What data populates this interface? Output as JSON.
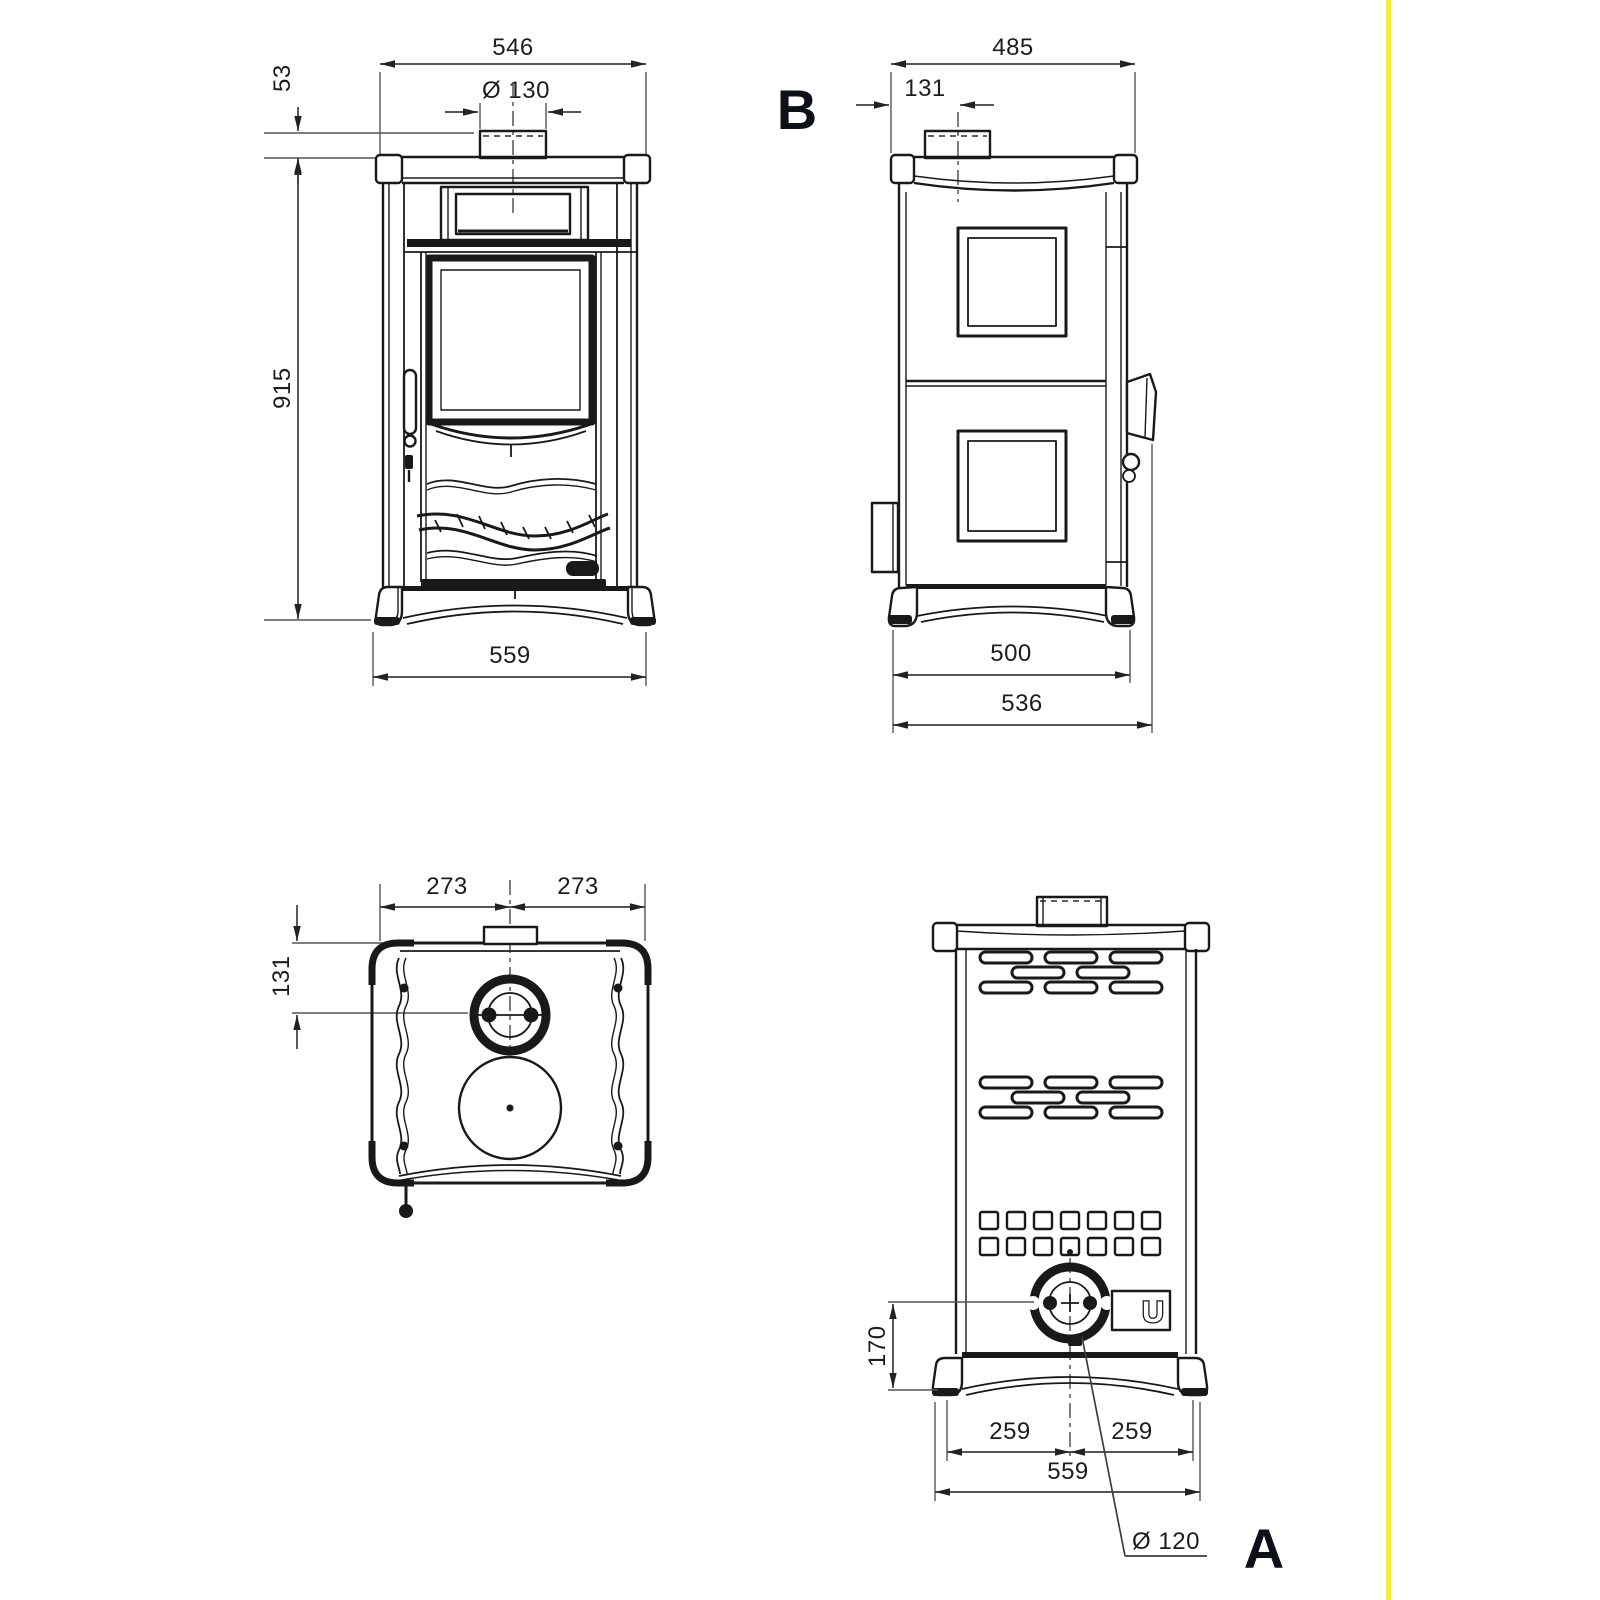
{
  "drawing": {
    "type": "stove technical dimension drawing",
    "background": "#ffffff",
    "colors": {
      "line": "#191919",
      "dimension_line": "#3d3d3d",
      "highlight_line": "#f3eb3e"
    },
    "views": {
      "front": {
        "dims": {
          "top_width": "546",
          "flue_diameter": "Ø 130",
          "collar_height": "53",
          "body_height": "915",
          "base_width": "559"
        }
      },
      "side": {
        "label": "B",
        "dims": {
          "top_depth": "485",
          "flue_center_offset": "131",
          "foot_depth": "500",
          "overall_depth": "536"
        }
      },
      "top": {
        "dims": {
          "half_width_left": "273",
          "half_width_right": "273",
          "flue_center_offset": "131"
        }
      },
      "rear": {
        "label": "A",
        "socket_glyph": "U",
        "dims": {
          "intake_center_height": "170",
          "intake_offset_left": "259",
          "intake_offset_right": "259",
          "base_width": "559",
          "intake_diameter": "Ø 120"
        }
      }
    }
  }
}
